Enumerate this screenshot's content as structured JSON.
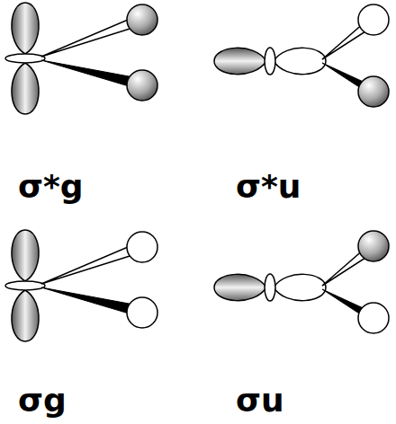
{
  "diagram": {
    "labels": [
      "σ*g",
      "σ*u",
      "σg",
      "σu"
    ]
  }
}
